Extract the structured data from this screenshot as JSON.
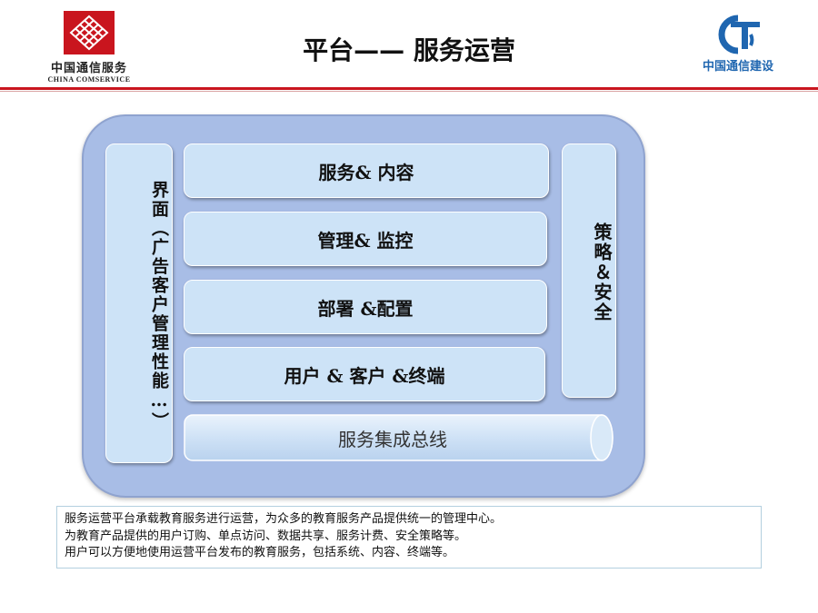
{
  "header": {
    "title": "平台—— 服务运营",
    "left_logo": {
      "cn": "中国通信服务",
      "en": "CHINA COMSERVICE",
      "icon": "lattice-diamond-logo",
      "color": "#c9151e"
    },
    "right_logo": {
      "cn": "中国通信建设",
      "icon": "ct-logo",
      "color": "#1f66b0"
    }
  },
  "diagram": {
    "left_panel": "界面（广告客户管理性能…）",
    "right_panel": "策略＆安全",
    "layers": [
      "服务& 内容",
      "管理& 监控",
      "部署 &配置",
      "用户 & 客户 &终端"
    ],
    "bus": "服务集成总线",
    "colors": {
      "platform": "#a8bde6",
      "box": "#cde3f7"
    }
  },
  "description": {
    "lines": [
      "服务运营平台承载教育服务进行运营，为众多的教育服务产品提供统一的管理中心。",
      "为教育产品提供的用户订购、单点访问、数据共享、服务计费、安全策略等。",
      "用户可以方便地使用运营平台发布的教育服务，包括系统、内容、终端等。"
    ]
  }
}
